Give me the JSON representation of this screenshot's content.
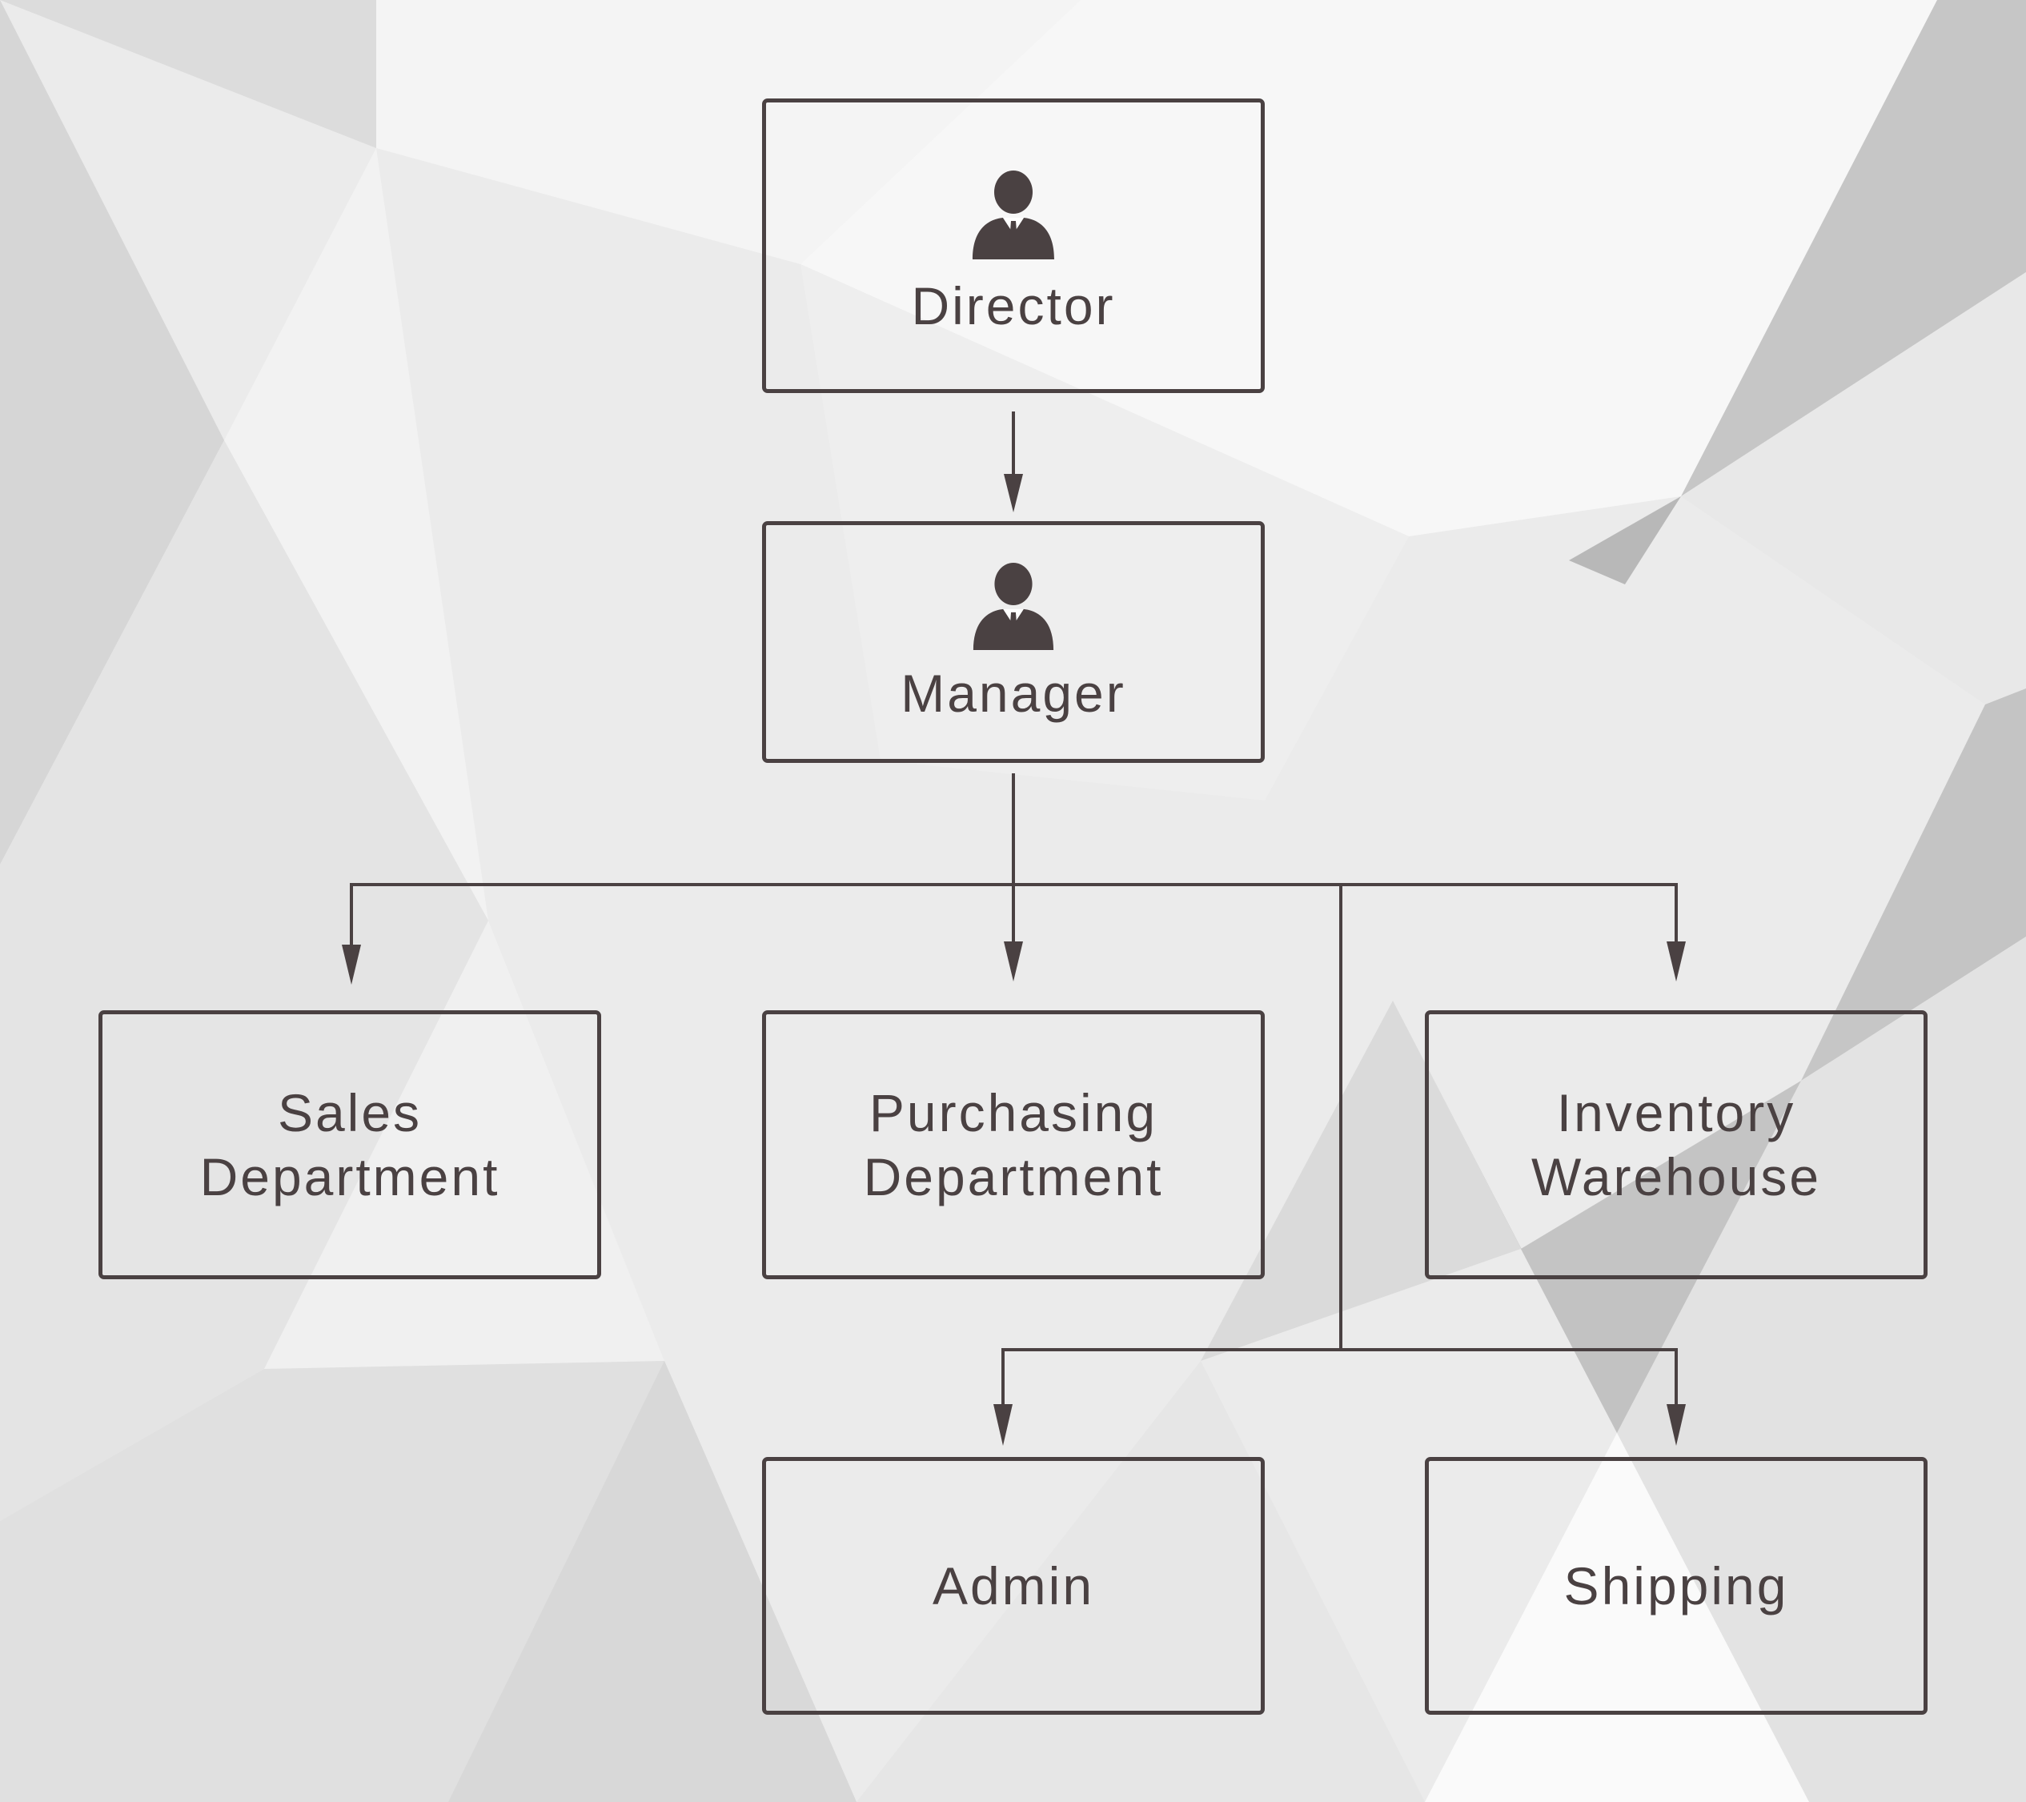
{
  "diagram": {
    "type": "organization-chart",
    "line_color": "#4a4142",
    "background": "light grey low-poly pattern",
    "nodes": [
      {
        "id": "director",
        "label": "Director",
        "icon": "businessman-icon"
      },
      {
        "id": "manager",
        "label": "Manager",
        "icon": "businessman-icon"
      },
      {
        "id": "sales",
        "label": "Sales\nDepartment"
      },
      {
        "id": "purchasing",
        "label": "Purchasing\nDepartment"
      },
      {
        "id": "inventory",
        "label": "Inventory\nWarehouse"
      },
      {
        "id": "admin",
        "label": "Admin"
      },
      {
        "id": "shipping",
        "label": "Shipping"
      }
    ],
    "edges": [
      {
        "from": "director",
        "to": "manager"
      },
      {
        "from": "manager",
        "to": "sales"
      },
      {
        "from": "manager",
        "to": "purchasing"
      },
      {
        "from": "manager",
        "to": "inventory"
      },
      {
        "from": "manager",
        "to": "admin"
      },
      {
        "from": "manager",
        "to": "shipping"
      }
    ]
  }
}
